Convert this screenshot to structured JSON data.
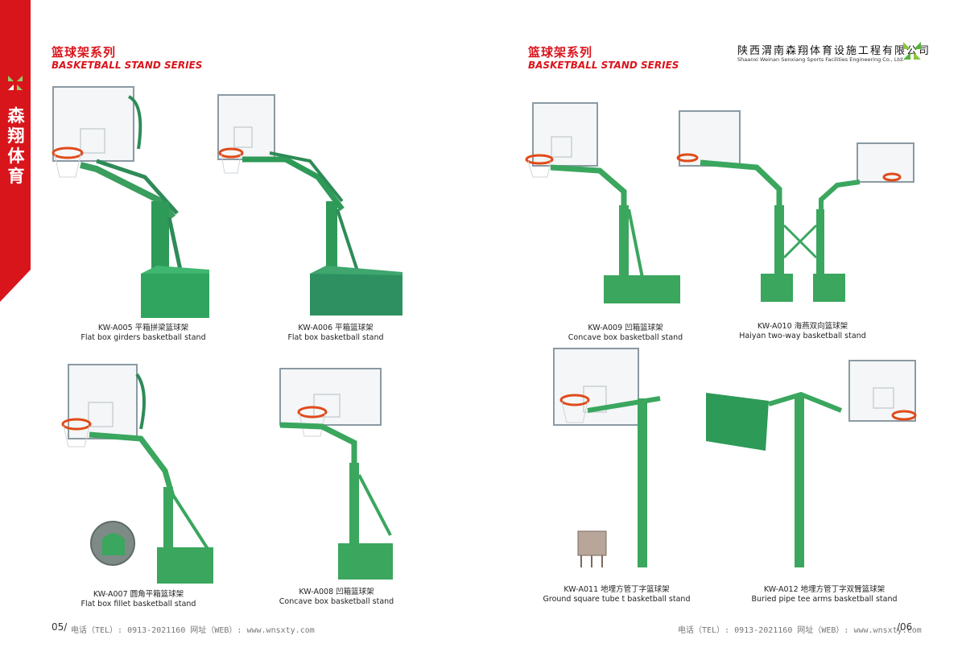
{
  "brand": {
    "side_text": [
      "森",
      "翔",
      "体",
      "育"
    ],
    "logo_icon": "sx-leaf-logo-icon",
    "green": "#57b23c",
    "red": "#d9151c"
  },
  "left_header": {
    "cn": "篮球架系列",
    "en": "BASKETBALL STAND SERIES"
  },
  "right_header": {
    "cn": "篮球架系列",
    "en": "BASKETBALL STAND SERIES"
  },
  "company": {
    "cn": "陕西渭南森翔体育设施工程有限公司",
    "en": "Shaanxi Weinan Senxiang Sports Facilities Engineering Co., Ltd."
  },
  "products": [
    {
      "code_cn": "KW-A005 平箱拼梁篮球架",
      "en": "Flat box girders basketball stand"
    },
    {
      "code_cn": "KW-A006 平箱篮球架",
      "en": "Flat box basketball stand"
    },
    {
      "code_cn": "KW-A007 圆角平箱篮球架",
      "en": "Flat box fillet basketball stand"
    },
    {
      "code_cn": "KW-A008 凹箱篮球架",
      "en": "Concave box basketball stand"
    },
    {
      "code_cn": "KW-A009 凹箱篮球架",
      "en": "Concave box basketball stand"
    },
    {
      "code_cn": "KW-A010 海燕双向篮球架",
      "en": "Haiyan two-way basketball stand"
    },
    {
      "code_cn": "KW-A011 地埋方管丁字篮球架",
      "en": "Ground square tube t basketball stand"
    },
    {
      "code_cn": "KW-A012 地埋方管丁字双臂篮球架",
      "en": "Buried pipe tee arms basketball stand"
    }
  ],
  "footer_left": {
    "page": "05/",
    "contact": "电话（TEL）: 0913-2021160   网址（WEB）: www.wnsxty.com"
  },
  "footer_right": {
    "page": "/06",
    "contact": "电话（TEL）: 0913-2021160   网址（WEB）: www.wnsxty.com"
  }
}
